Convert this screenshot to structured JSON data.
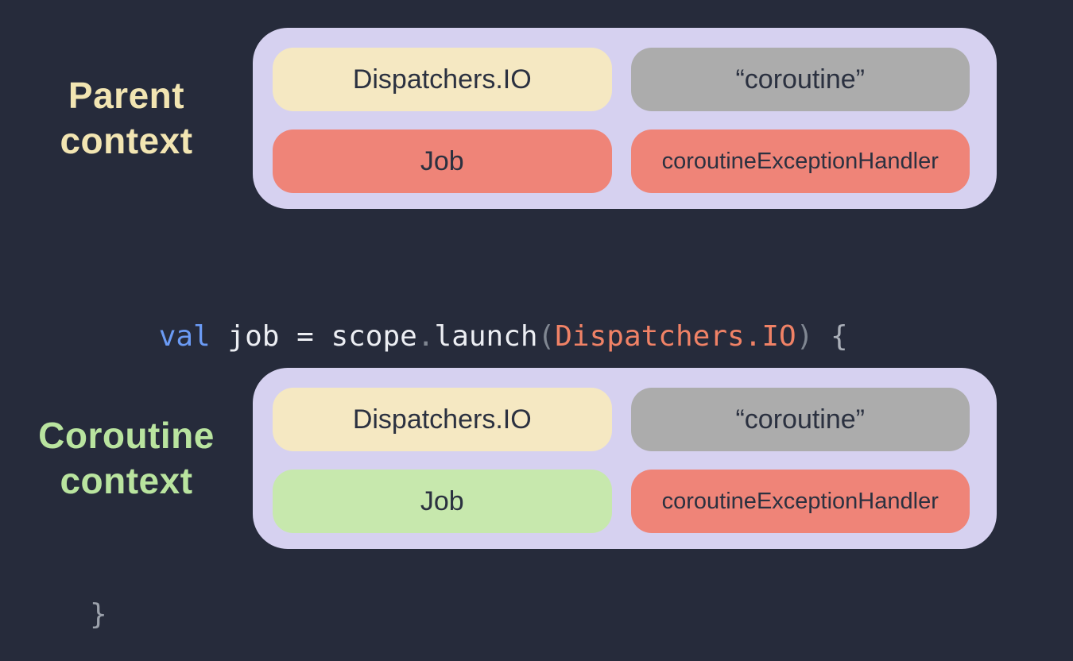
{
  "colors": {
    "background": "#262b3b",
    "container": "#d6d1f0",
    "pill_text": "#2b3140",
    "parent_label": "#f2e5b2",
    "coroutine_label": "#b9e49f",
    "code_keyword": "#6b9bf5",
    "code_plain": "#eceef3",
    "code_punct": "#808792",
    "code_highlight": "#f08266",
    "code_open_brace": "#aaafb8",
    "code_closing_brace": "#9ba1ab"
  },
  "parent_context": {
    "label_line1": "Parent",
    "label_line2": "context",
    "pills": [
      {
        "text": "Dispatchers.IO",
        "color": "#f5e8c2"
      },
      {
        "text": "“coroutine”",
        "color": "#acacac"
      },
      {
        "text": "Job",
        "color": "#ef8478"
      },
      {
        "text": "coroutineExceptionHandler",
        "color": "#ef8478"
      }
    ]
  },
  "code": {
    "tokens": [
      {
        "text": "val",
        "style": "keyword"
      },
      {
        "text": " job = scope",
        "style": "plain"
      },
      {
        "text": ".",
        "style": "punct"
      },
      {
        "text": "launch",
        "style": "plain"
      },
      {
        "text": "(",
        "style": "punct"
      },
      {
        "text": "Dispatchers.IO",
        "style": "highlight"
      },
      {
        "text": ")",
        "style": "punct"
      },
      {
        "text": " {",
        "style": "brace"
      }
    ],
    "closing_brace": "}"
  },
  "coroutine_context": {
    "label_line1": "Coroutine",
    "label_line2": "context",
    "pills": [
      {
        "text": "Dispatchers.IO",
        "color": "#f5e8c2"
      },
      {
        "text": "“coroutine”",
        "color": "#acacac"
      },
      {
        "text": "Job",
        "color": "#c7e8ad"
      },
      {
        "text": "coroutineExceptionHandler",
        "color": "#ef8478"
      }
    ]
  }
}
